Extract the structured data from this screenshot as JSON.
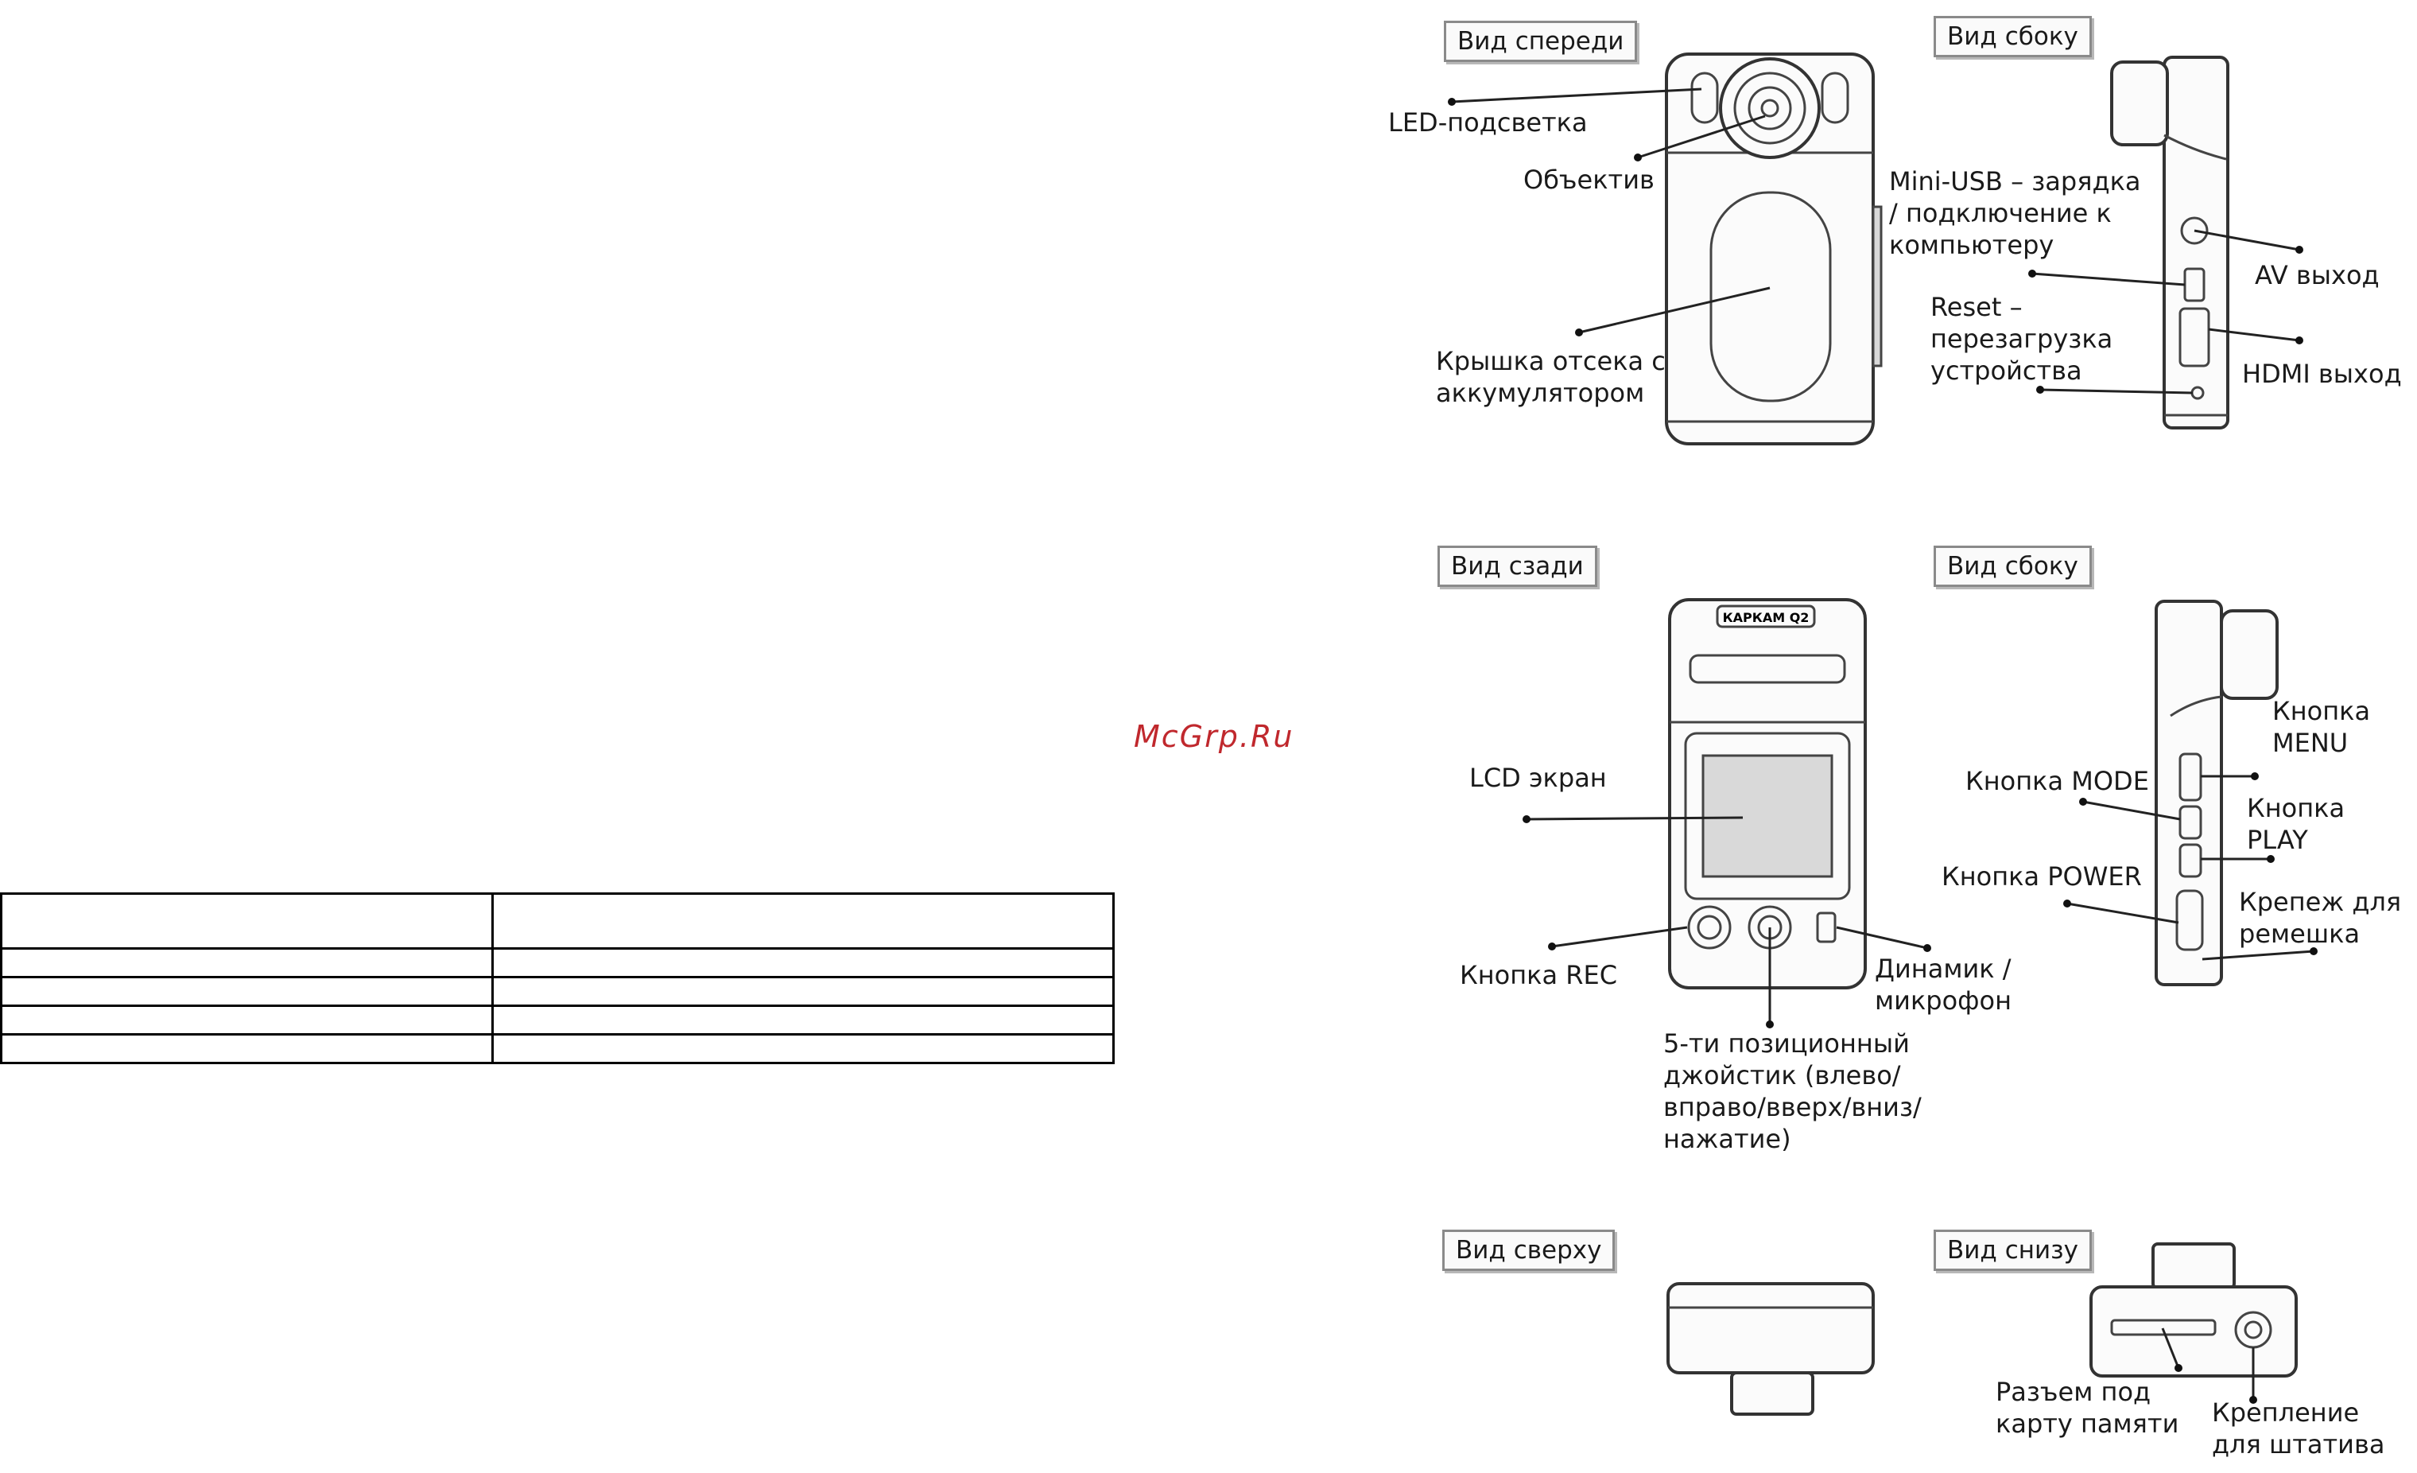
{
  "watermark": "McGrp.Ru",
  "views": {
    "front": "Вид спереди",
    "side_top": "Вид сбоку",
    "back": "Вид сзади",
    "side_middle": "Вид сбоку",
    "top": "Вид сверху",
    "bottom": "Вид снизу"
  },
  "callouts": {
    "led": "LED-подсветка",
    "lens": "Объектив",
    "battery": "Крышка отсека с\nаккумулятором",
    "mini_usb": "Mini-USB – зарядка\n/ подключение к\nкомпьютеру",
    "av_out": "AV выход",
    "reset": "Reset –\nперезагрузка\nустройства",
    "hdmi_out": "HDMI выход",
    "lcd": "LCD экран",
    "rec": "Кнопка REC",
    "speaker": "Динамик /\nмикрофон",
    "joystick": "5-ти позиционный\nджойстик (влево/\nвправо/вверх/вниз/\nнажатие)",
    "menu": "Кнопка\nMENU",
    "mode": "Кнопка MODE",
    "play": "Кнопка\nPLAY",
    "power": "Кнопка POWER",
    "strap": "Крепеж для\nремешка",
    "card_slot": "Разъем под\nкарту памяти",
    "tripod": "Крепление\nдля штатива"
  },
  "device_logo": "КАРКАМ Q2"
}
